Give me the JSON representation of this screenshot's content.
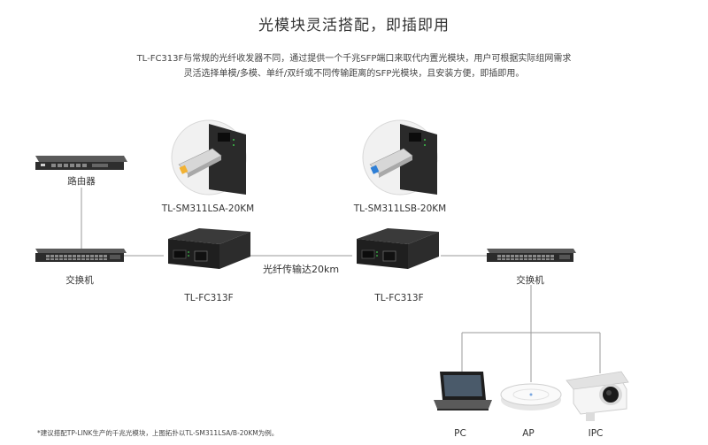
{
  "title": "光模块灵活搭配，即插即用",
  "intro": {
    "line1": "TL-FC313F与常规的光纤收发器不同，通过提供一个千兆SFP端口来取代内置光模块，用户可根据实际组网需求",
    "line2": "灵活选择单模/多模、单纤/双纤或不同传输距离的SFP光模块，且安装方便，即插即用。"
  },
  "labels": {
    "router": "路由器",
    "switch_left": "交换机",
    "switch_right": "交换机",
    "module_a": "TL-SM311LSA-20KM",
    "module_b": "TL-SM311LSB-20KM",
    "converter_left": "TL-FC313F",
    "converter_right": "TL-FC313F",
    "fiber_link": "光纤传输达20km",
    "pc": "PC",
    "ap": "AP",
    "ipc": "IPC"
  },
  "footnote": "*建议搭配TP-LINK生产的千兆光模块，上图拓扑以TL-SM311LSA/B-20KM为例。",
  "colors": {
    "line": "#9a9a9a",
    "device_dark": "#2b2b2b",
    "module_a_accent": "#f2b233",
    "module_b_accent": "#2f7fd6"
  }
}
